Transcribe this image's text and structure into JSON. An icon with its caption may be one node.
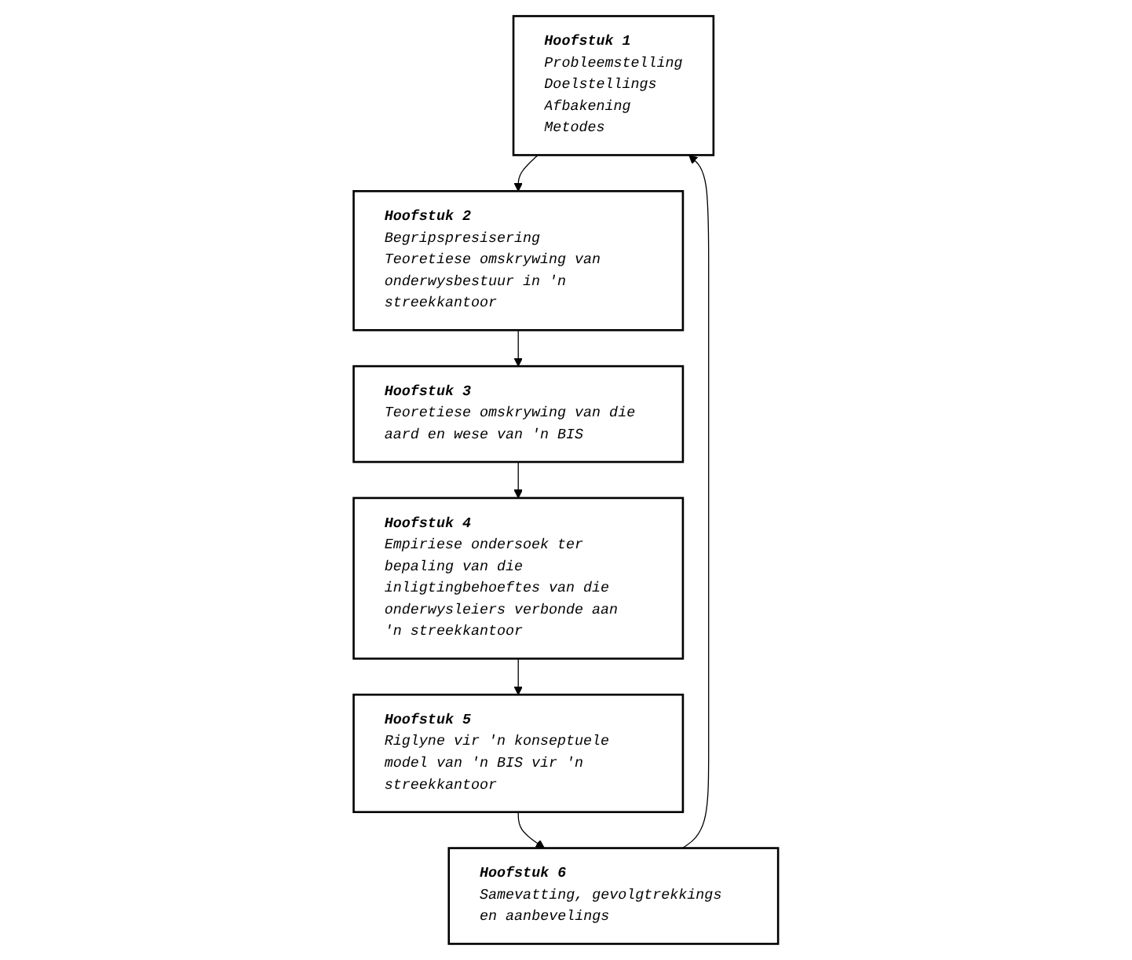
{
  "diagram": {
    "nodes": [
      {
        "text": [
          "Hoofstuk 1",
          "Probleemstelling",
          "Doelstellings",
          "Afbakening",
          "Metodes"
        ]
      },
      {
        "text": [
          "Hoofstuk 2",
          "Begripspresisering",
          "Teoretiese omskrywing van onderwysbestuur in 'n streekkantoor"
        ]
      },
      {
        "text": [
          "Hoofstuk 3",
          "Teoretiese omskrywing van die aard en wese van 'n BIS"
        ]
      },
      {
        "text": [
          "Hoofstuk 4",
          "Empiriese ondersoek ter bepaling van die inligtingbehoeftes van die onderwysleiers verbonde aan 'n streekkantoor"
        ]
      },
      {
        "text": [
          "Hoofstuk 5",
          "Riglyne vir 'n konseptuele model van 'n BIS vir 'n streekkantoor"
        ]
      },
      {
        "text": [
          "Hoofstuk 6",
          "Samevatting, gevolgtrekkings en aanbevelings"
        ]
      }
    ],
    "edges": [
      {
        "from": 0,
        "to": 1,
        "arrow": "to"
      },
      {
        "from": 1,
        "to": 2,
        "arrow": "to"
      },
      {
        "from": 2,
        "to": 3,
        "arrow": "to"
      },
      {
        "from": 3,
        "to": 4,
        "arrow": "to"
      },
      {
        "from": 4,
        "to": 5,
        "arrow": "to"
      },
      {
        "from": 5,
        "to": 0,
        "arrow": "to"
      }
    ]
  }
}
